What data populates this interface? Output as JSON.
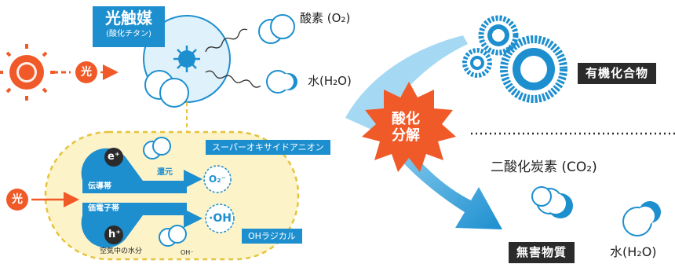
{
  "colors": {
    "blue": "#1d8fcf",
    "light_blue": "#dff1fb",
    "orange": "#f05a28",
    "dark": "#2b2b2b",
    "yellow": "#f7d64a"
  },
  "photocatalyst": {
    "title": "光触媒",
    "subtitle": "(酸化チタン)"
  },
  "light": {
    "label_top": "光",
    "label_left": "光"
  },
  "oxygen_label": "酸素 (O₂)",
  "water_label_top": "水(H₂O)",
  "bands": {
    "conduction": "伝導帯",
    "valence": "価電子帯",
    "electron": "e⁺",
    "hole": "h⁺"
  },
  "reactions": {
    "reduction": "還元",
    "oxidation": "酸化",
    "superoxide_formula": "O₂⁻",
    "hydroxyl_formula": "·OH",
    "superoxide_name": "スーパーオキサイドアニオン",
    "hydroxyl_name": "OHラジカル"
  },
  "moisture_label": "空気中の水分",
  "oh_minus": "OH⁻",
  "oxidative_decomposition": "酸化\n分解",
  "organic_compounds": "有機化合物",
  "co2_label": "二酸化炭素 (CO₂)",
  "harmless": "無害物質",
  "water_label_bottom": "水(H₂O)"
}
